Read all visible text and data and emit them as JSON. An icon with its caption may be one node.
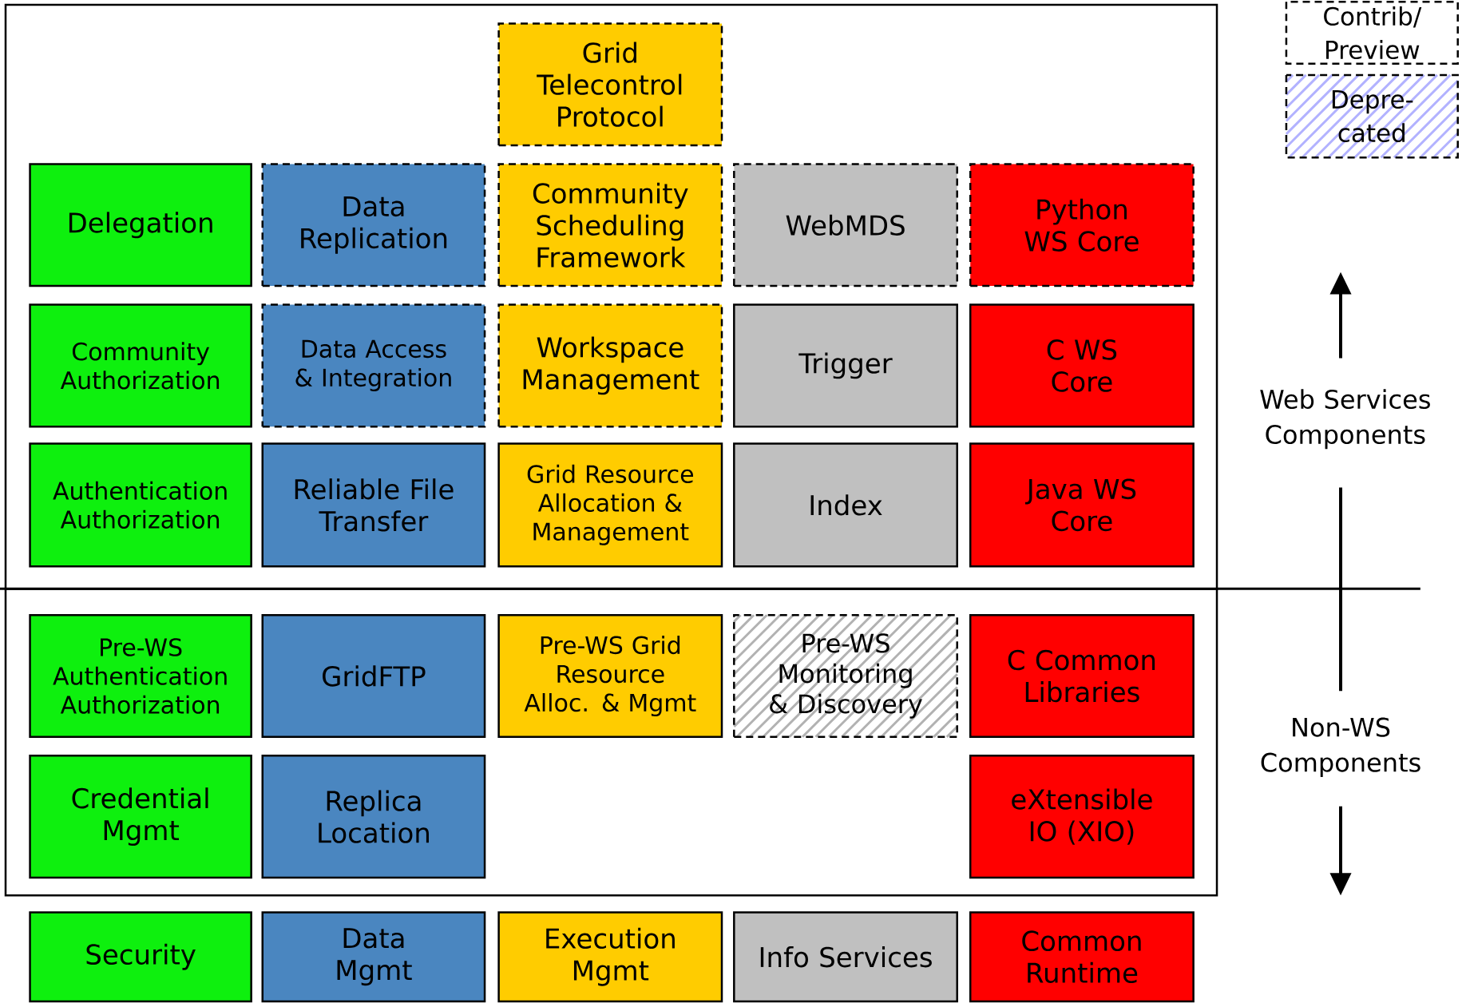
{
  "diagram": {
    "nodes": [
      {
        "text": [
          "Grid Telecontrol Protocol"
        ]
      },
      {
        "text": [
          "Delegation"
        ]
      },
      {
        "text": [
          "Data Replication"
        ]
      },
      {
        "text": [
          "Community Scheduling Framework"
        ]
      },
      {
        "text": [
          "WebMDS"
        ]
      },
      {
        "text": [
          "Python WS Core"
        ]
      },
      {
        "text": [
          "Community Authorization"
        ]
      },
      {
        "text": [
          "Data Access & Integration"
        ]
      },
      {
        "text": [
          "Workspace Management"
        ]
      },
      {
        "text": [
          "Trigger"
        ]
      },
      {
        "text": [
          "C WS Core"
        ]
      },
      {
        "text": [
          "Authentication Authorization"
        ]
      },
      {
        "text": [
          "Reliable File Transfer"
        ]
      },
      {
        "text": [
          "Grid Resource Allocation & Management"
        ]
      },
      {
        "text": [
          "Index"
        ]
      },
      {
        "text": [
          "Java WS Core"
        ]
      },
      {
        "text": [
          "Pre-WS Authentication Authorization"
        ]
      },
      {
        "text": [
          "GridFTP"
        ]
      },
      {
        "text": [
          "Pre-WS Grid Resource Alloc. & Mgmt"
        ]
      },
      {
        "text": [
          "Pre-WS Monitoring & Discovery"
        ]
      },
      {
        "text": [
          "C Common Libraries"
        ]
      },
      {
        "text": [
          "Credential Mgmt"
        ]
      },
      {
        "text": [
          "Replica Location"
        ]
      },
      {
        "text": [
          "eXtensible IO (XIO)"
        ]
      },
      {
        "text": [
          "Security"
        ]
      },
      {
        "text": [
          "Data Mgmt"
        ]
      },
      {
        "text": [
          "Execution Mgmt"
        ]
      },
      {
        "text": [
          "Info Services"
        ]
      },
      {
        "text": [
          "Common Runtime"
        ]
      }
    ],
    "labels": [
      "Web Services Components",
      "Non-WS Components"
    ],
    "legend": [
      {
        "text": "Contrib/ Preview"
      },
      {
        "text": "Depre- cated"
      }
    ]
  }
}
